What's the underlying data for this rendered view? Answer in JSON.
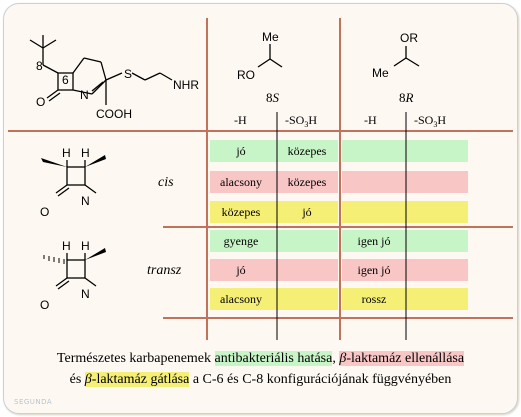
{
  "header": {
    "s_config": {
      "substituent_top": "Me",
      "substituent_bottom": "RO",
      "label_number": "8",
      "label_letter": "S"
    },
    "r_config": {
      "substituent_top": "OR",
      "substituent_bottom": "Me",
      "label_number": "8",
      "label_letter": "R"
    },
    "columns": [
      "-H",
      "-SO",
      "3",
      "H"
    ]
  },
  "molecule": {
    "label_8": "8",
    "label_6": "6",
    "atom_O": "O",
    "atom_N": "N",
    "atom_S": "S",
    "group_NHR": "NHR",
    "group_COOH": "COOH"
  },
  "lactam": {
    "H": "H",
    "O": "O",
    "N": "N"
  },
  "rows": [
    {
      "label": "cis",
      "cells": [
        {
          "s_h": "jó",
          "s_so3h": "közepes",
          "r_h": "",
          "r_so3h": "",
          "color": "green"
        },
        {
          "s_h": "alacsony",
          "s_so3h": "közepes",
          "r_h": "",
          "r_so3h": "",
          "color": "red"
        },
        {
          "s_h": "közepes",
          "s_so3h": "jó",
          "r_h": "",
          "r_so3h": "",
          "color": "yellow"
        }
      ]
    },
    {
      "label": "transz",
      "cells": [
        {
          "s_h": "gyenge",
          "s_so3h": "",
          "r_h": "igen jó",
          "r_so3h": "",
          "color": "green"
        },
        {
          "s_h": "jó",
          "s_so3h": "",
          "r_h": "igen jó",
          "r_so3h": "",
          "color": "red"
        },
        {
          "s_h": "alacsony",
          "s_so3h": "",
          "r_h": "rossz",
          "r_so3h": "",
          "color": "yellow"
        }
      ]
    }
  ],
  "colors": {
    "green": "#c8f5c8",
    "red": "#f9c6c6",
    "yellow": "#f5ef76",
    "grid": "#c0735a"
  },
  "caption": {
    "part1": "Természetes karbapenemek ",
    "green_text": "antibakteriális hatása",
    "sep1": ", ",
    "beta1": "β",
    "red_text": "-laktamáz ellenállása",
    "line2_start": "és ",
    "beta2": "β",
    "yellow_text": "-laktamáz gátlása",
    "part_end": " a C-6 és C-8 konfigurációjának függvényében"
  },
  "watermark": "SEGUNDA"
}
